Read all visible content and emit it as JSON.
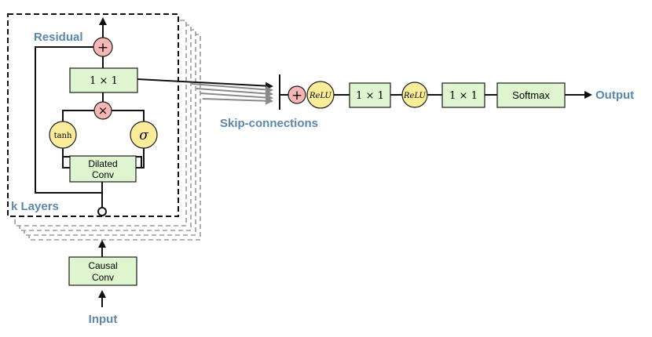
{
  "labels": {
    "residual": "Residual",
    "k_layers": "k Layers",
    "skip_connections": "Skip-connections",
    "input": "Input",
    "output": "Output"
  },
  "blocks": {
    "conv1x1_inner": "1 × 1",
    "dilated_conv_line1": "Dilated",
    "dilated_conv_line2": "Conv",
    "causal_conv_line1": "Causal",
    "causal_conv_line2": "Conv",
    "conv1x1_a": "1 × 1",
    "conv1x1_b": "1 × 1",
    "softmax": "Softmax"
  },
  "ops": {
    "add_residual": "+",
    "multiply": "×",
    "tanh": "tanh",
    "sigma": "σ",
    "add_skip": "+",
    "relu_1": "ReLU",
    "relu_2": "ReLU"
  },
  "colors": {
    "block_fill": "#dff5cf",
    "activation_fill": "#fbec9a",
    "op_fill": "#f6b6b6",
    "label_blue": "#5b87ad"
  }
}
